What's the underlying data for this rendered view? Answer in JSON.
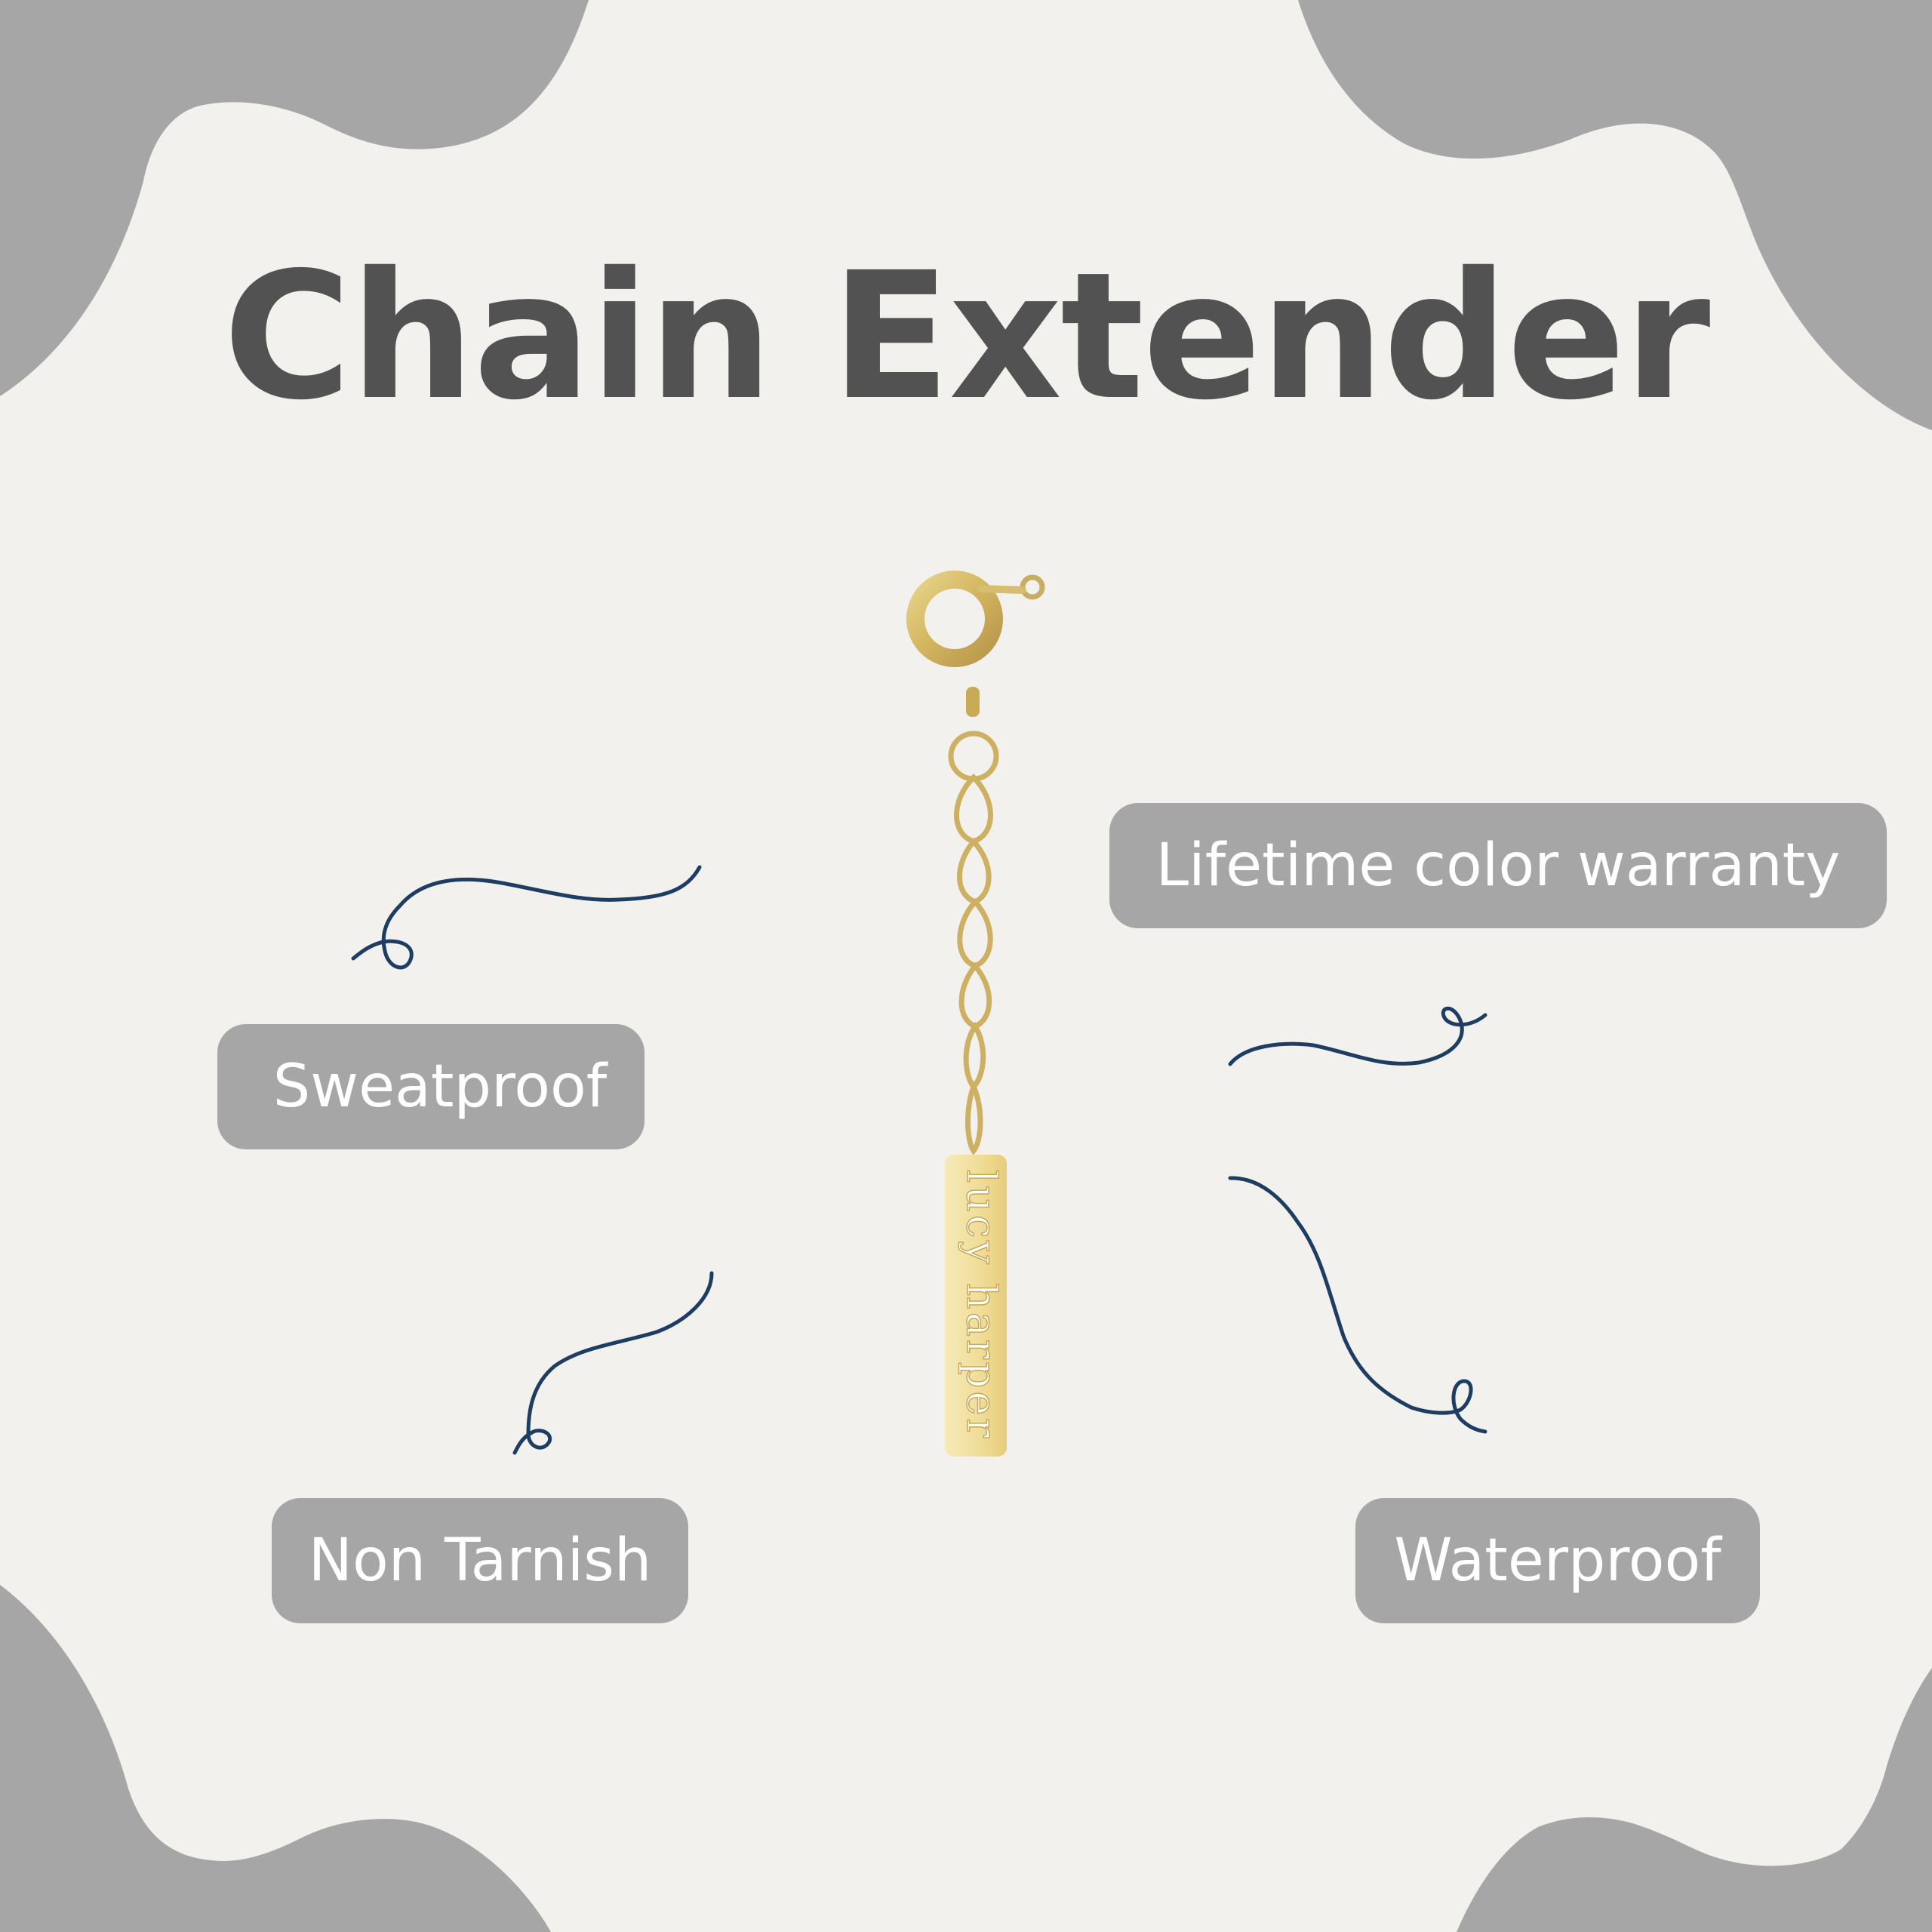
{
  "title": "Chain Extender",
  "features": [
    {
      "id": "lifetime",
      "label": "Lifetime color warranty"
    },
    {
      "id": "sweatproof",
      "label": "Sweatproof"
    },
    {
      "id": "non-tarnish",
      "label": "Non Tarnish"
    },
    {
      "id": "waterproof",
      "label": "Waterproof"
    }
  ],
  "product": {
    "name": "chain extender with spring ring clasp and engraved tag",
    "tag_engraving": "lucy harper"
  },
  "colors": {
    "background": "#f2f1ee",
    "corner_blob": "#a6a6a6",
    "title_text": "#525252",
    "pill_background": "#a6a6a6",
    "pill_text": "#ffffff",
    "squiggle_stroke": "#1e3d63",
    "gold": "#d9bf6a",
    "gold_dark": "#b8964a",
    "tag_light": "#f3e3a8"
  }
}
